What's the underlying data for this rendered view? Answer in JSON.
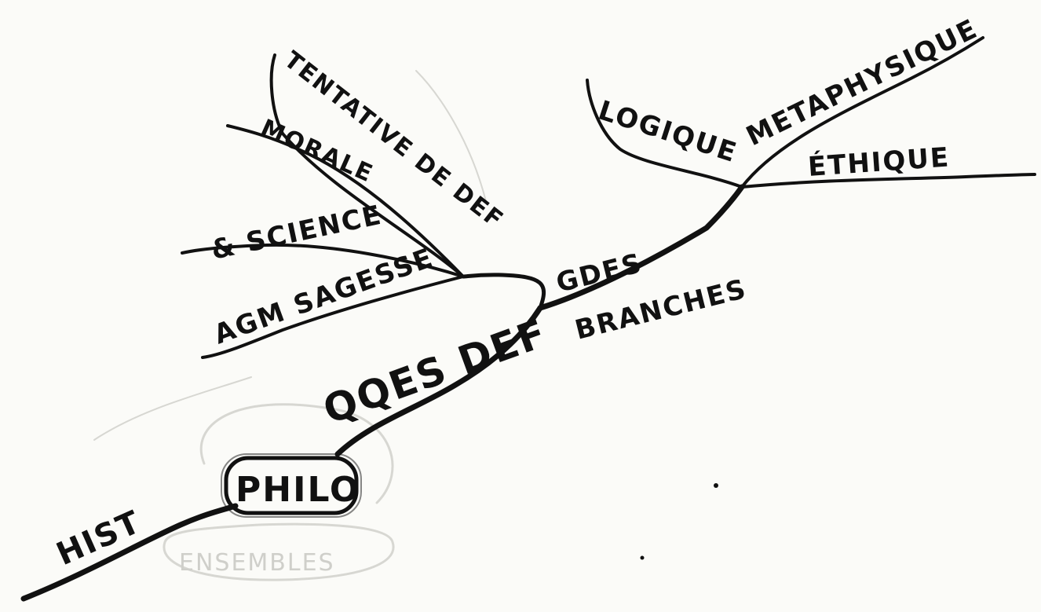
{
  "center": {
    "label": "PHILO"
  },
  "branches": [
    {
      "id": "hist",
      "label": "HIST"
    },
    {
      "id": "defs",
      "label": "QQES DEF"
    },
    {
      "id": "branches",
      "label": "GDES BRANCHES",
      "line1": "GDES",
      "line2": "BRANCHES"
    }
  ],
  "definitions": [
    {
      "id": "def-tentative",
      "label": "TENTATIVE DE DEF"
    },
    {
      "id": "def-morale",
      "label": "MORALE"
    },
    {
      "id": "def-science",
      "label": "& SCIENCE"
    },
    {
      "id": "def-sagesse",
      "label": "AGM SAGESSE"
    }
  ],
  "major_branches": [
    {
      "id": "logique",
      "label": "LOGIQUE"
    },
    {
      "id": "metaphysique",
      "label": "METAPHYSIQUE"
    },
    {
      "id": "ethique",
      "label": "ÉTHIQUE"
    }
  ],
  "background_text": {
    "label": "ENSEMBLES"
  }
}
